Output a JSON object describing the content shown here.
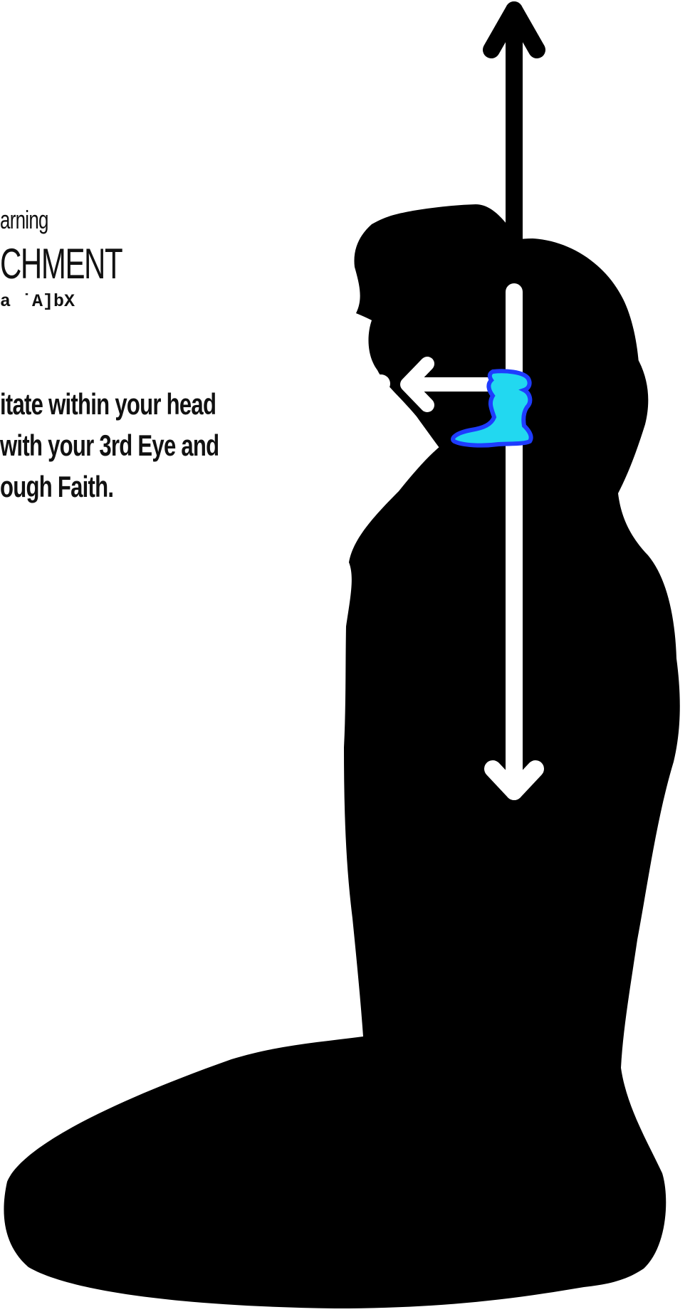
{
  "header": {
    "small_title": "arning",
    "large_title": "CHMENT",
    "code_text": "a ˙A]bX"
  },
  "instruction": {
    "lines": [
      "itate within your head",
      " with your 3rd Eye and",
      "ough Faith."
    ]
  },
  "illustration": {
    "silhouette_color": "#000000",
    "energy_color": "#22d8f0",
    "energy_outline_color": "#1e3cff",
    "arrow_color": "#ffffff"
  }
}
